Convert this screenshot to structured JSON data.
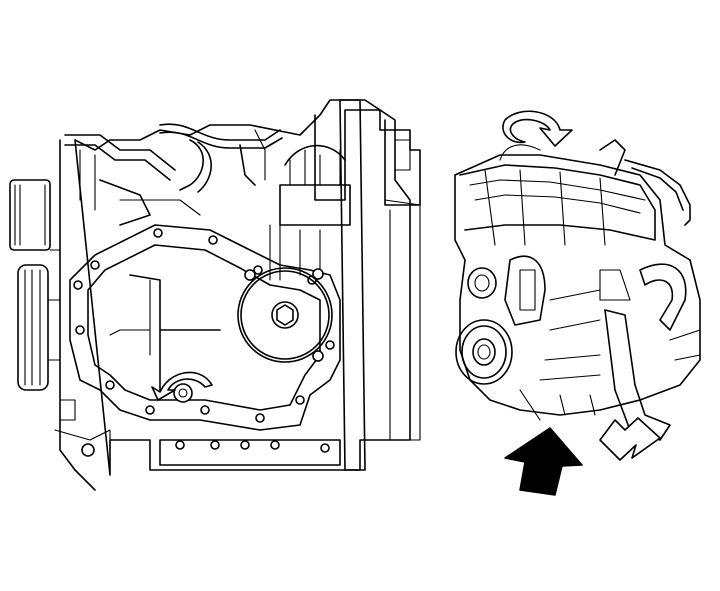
{
  "figure": {
    "views": [
      {
        "name": "front-view",
        "description_hidden": true
      },
      {
        "name": "three-quarter-view",
        "description_hidden": true
      }
    ],
    "arrows": [
      {
        "name": "crankshaft-rotation-arrow",
        "style": "outline"
      },
      {
        "name": "engine-rotation-arrow",
        "style": "outline"
      },
      {
        "name": "push-direction-arrow",
        "style": "solid"
      },
      {
        "name": "move-direction-arrow",
        "style": "outline"
      }
    ],
    "colors": {
      "line": "#000000",
      "background": "#ffffff",
      "solid_arrow": "#000000"
    }
  }
}
